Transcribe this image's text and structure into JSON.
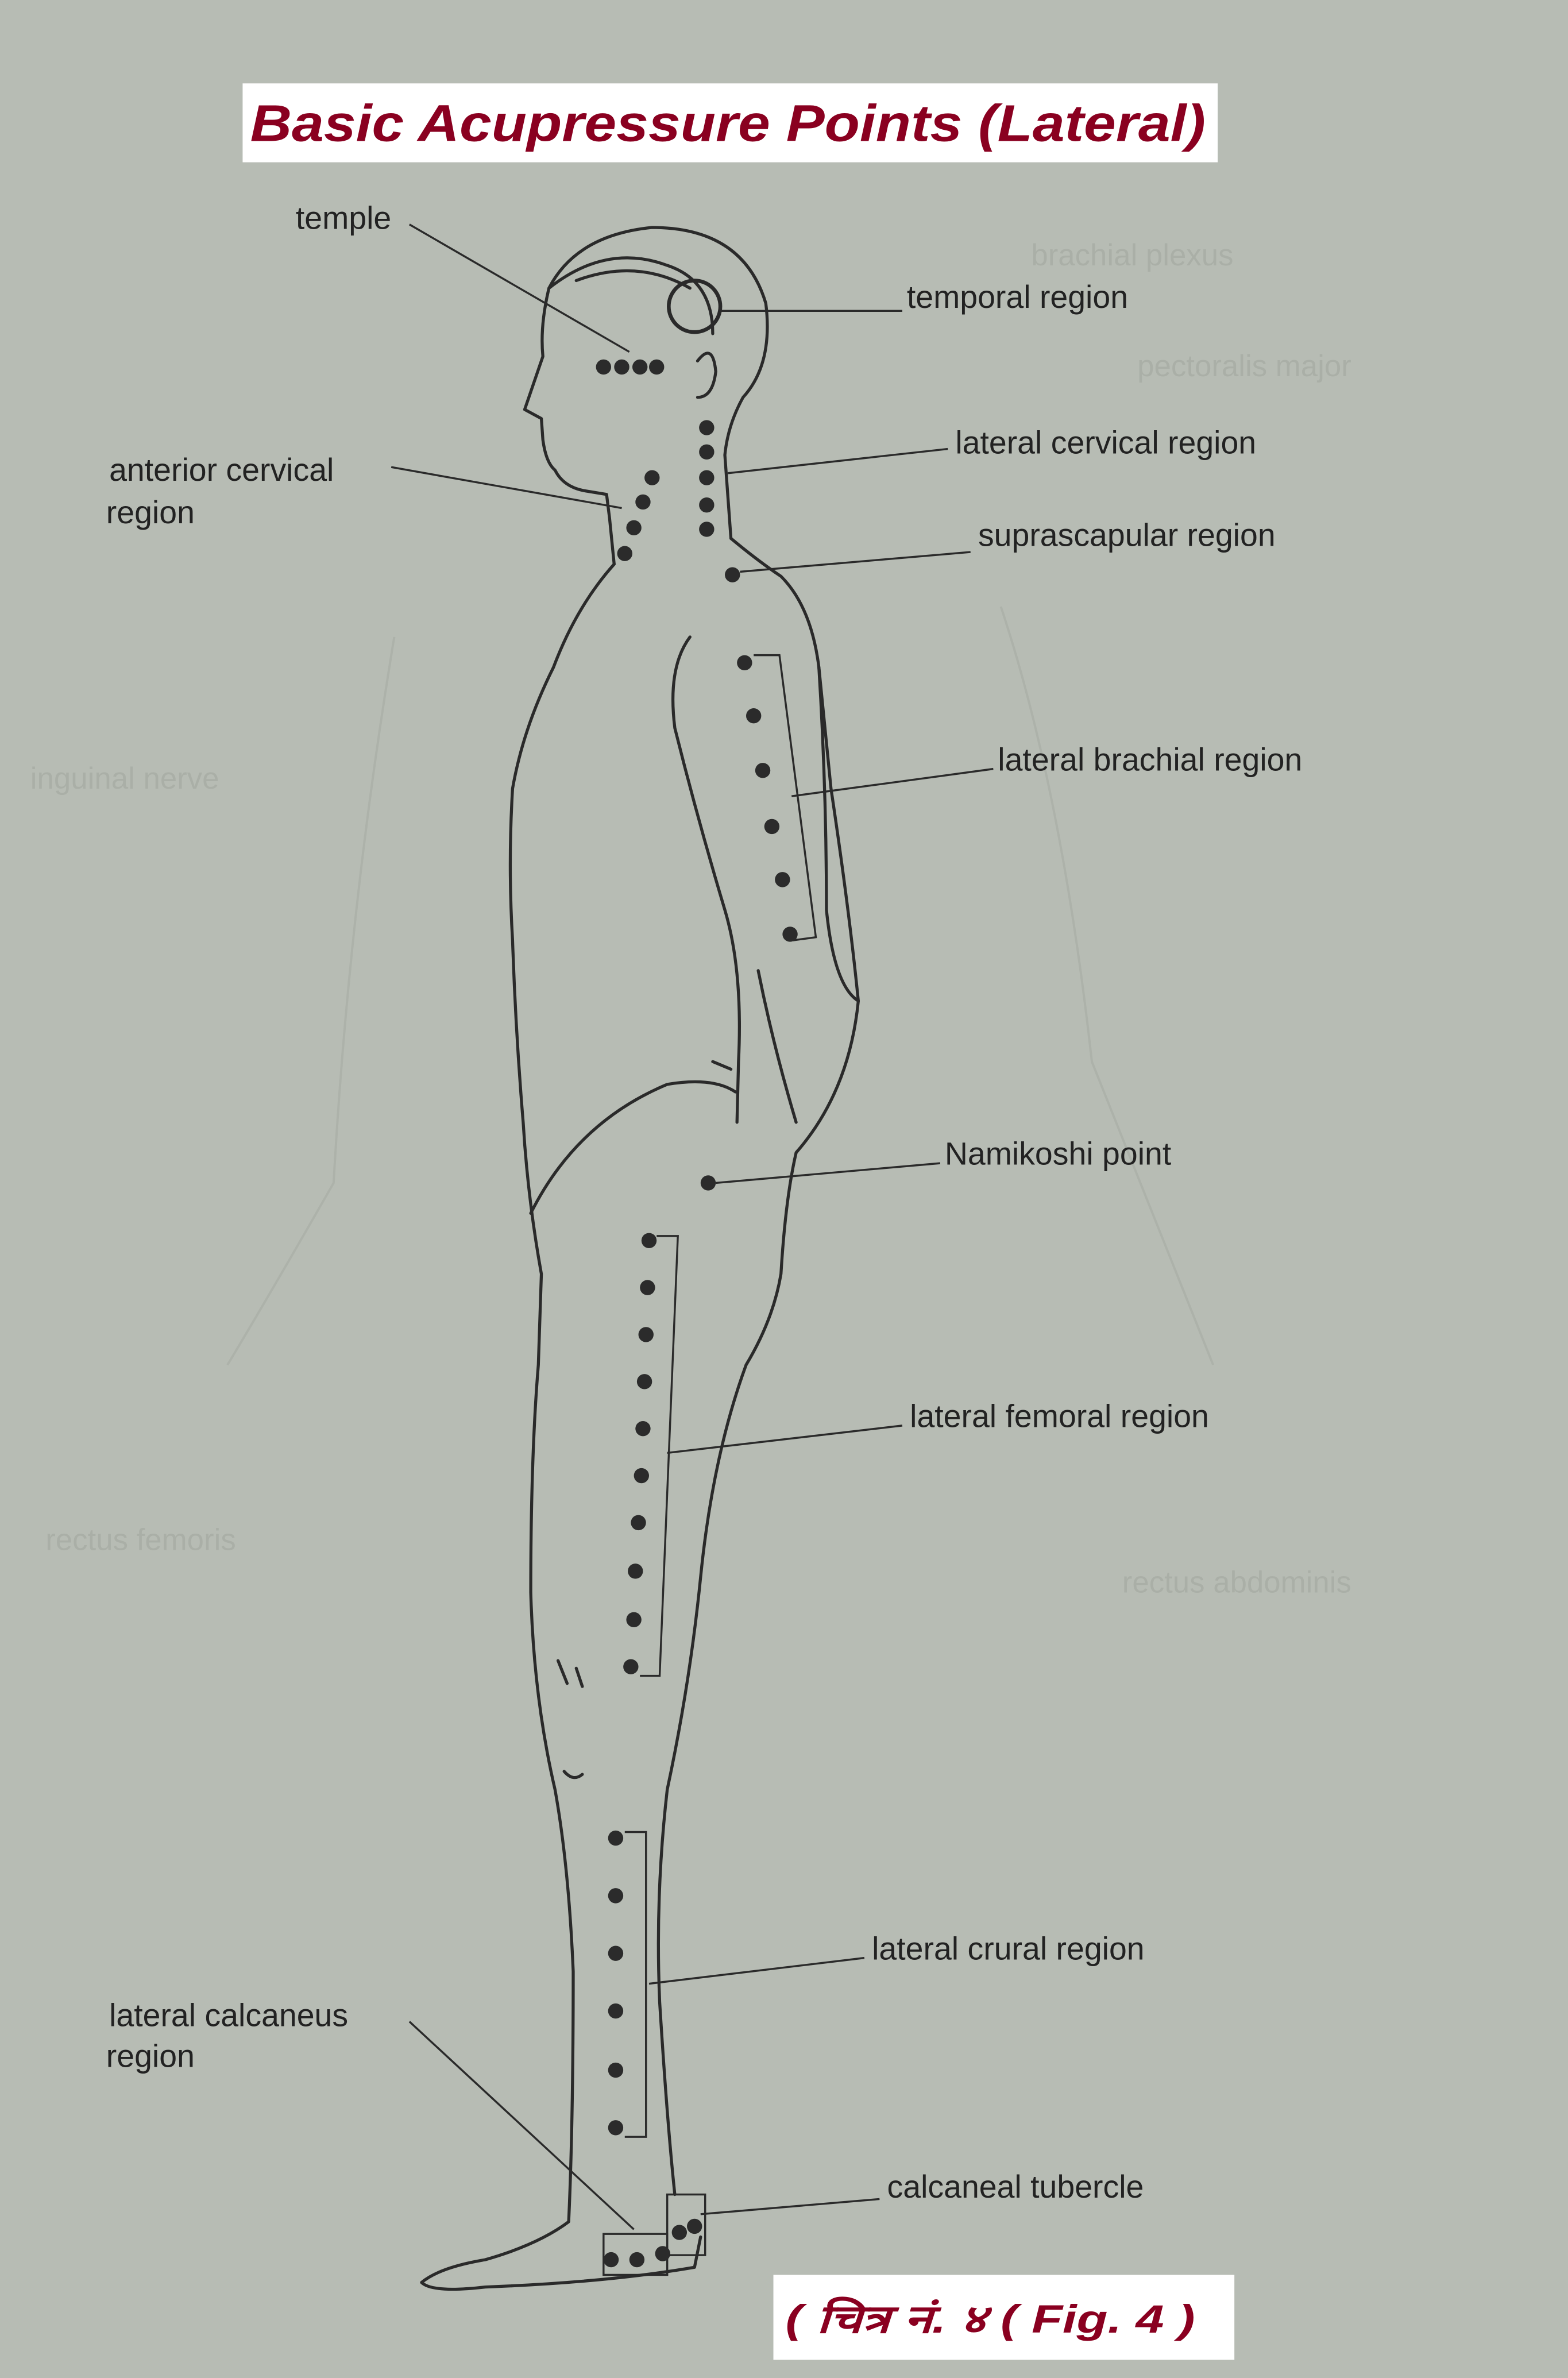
{
  "title": "Basic Acupressure Points (Lateral)",
  "caption": "( चित्र नं. ४  ( Fig. 4 )",
  "colors": {
    "title": "#8a0020",
    "background": "#b7bcb4",
    "ink": "#2a2a2a"
  },
  "labels": {
    "temple": "temple",
    "temporal_region": "temporal region",
    "lateral_cervical_region": "lateral cervical region",
    "anterior_cervical_line1": "anterior cervical",
    "anterior_cervical_line2": "region",
    "suprascapular_region": "suprascapular region",
    "lateral_brachial_region": "lateral brachial region",
    "namikoshi_point": "Namikoshi point",
    "lateral_femoral_region": "lateral femoral region",
    "lateral_crural_region": "lateral crural region",
    "lateral_calcaneus_line1": "lateral calcaneus",
    "lateral_calcaneus_line2": "region",
    "calcaneal_tubercle": "calcaneal tubercle"
  }
}
